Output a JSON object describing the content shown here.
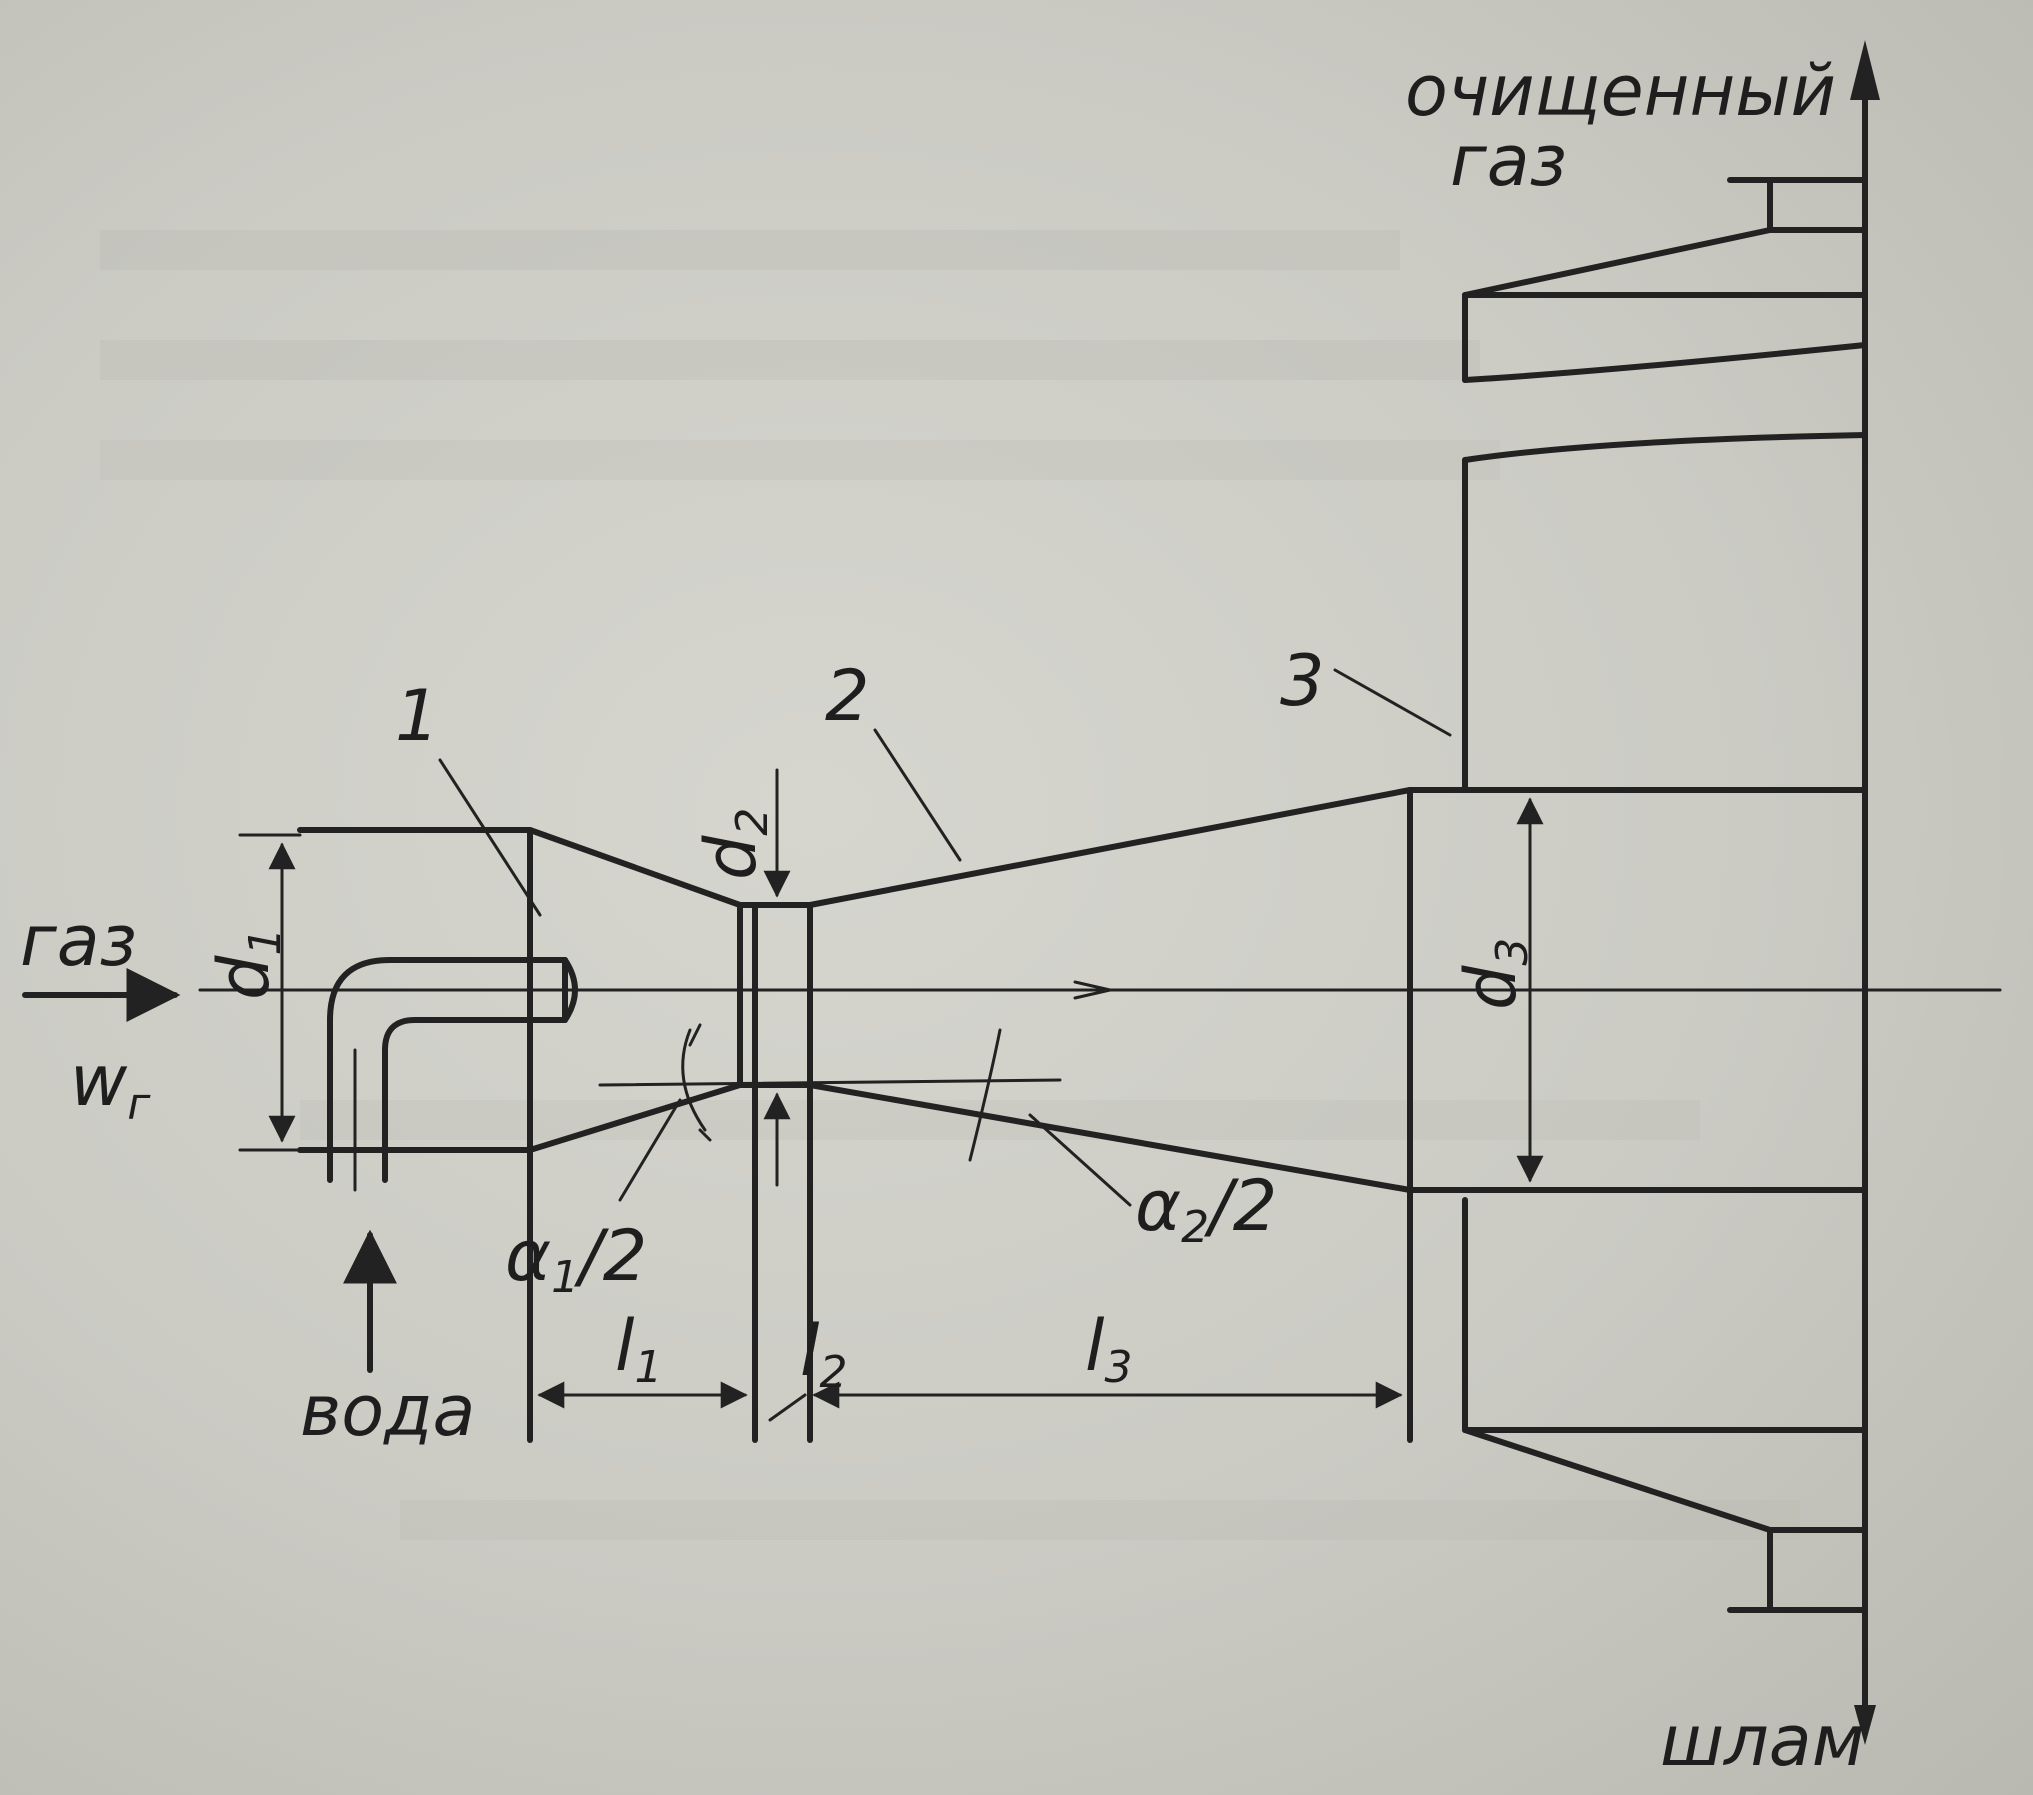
{
  "diagram": {
    "labels": {
      "clean_gas_line1": "очищенный",
      "clean_gas_line2": "газ",
      "gas_in": "газ",
      "gas_velocity": "w",
      "gas_velocity_sub": "г",
      "water": "вода",
      "sludge": "шлам"
    },
    "parts": {
      "p1": "1",
      "p2": "2",
      "p3": "3"
    },
    "dimensions": {
      "d1": "d",
      "d1_sub": "1",
      "d2": "d",
      "d2_sub": "2",
      "d3": "d",
      "d3_sub": "3",
      "l1": "l",
      "l1_sub": "1",
      "l2": "l",
      "l2_sub": "2",
      "l3": "l",
      "l3_sub": "3",
      "a1": "α",
      "a1_sub": "1",
      "a1_rest": "/2",
      "a2": "α",
      "a2_sub": "2",
      "a2_rest": "/2"
    }
  }
}
